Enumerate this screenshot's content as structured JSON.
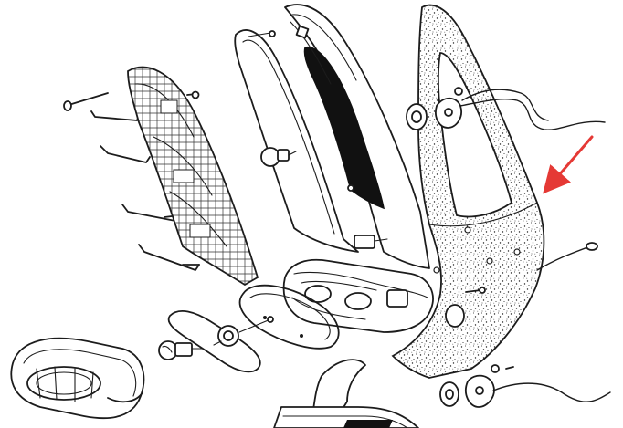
{
  "diagram": {
    "type": "exploded-view-line-drawing",
    "style": "black ink on white",
    "accent_color": "#e53935",
    "ink_color": "#1c1c1c",
    "parts": [
      "lens-cover-left-bottom",
      "bulb-holder",
      "bulb",
      "small-bulb",
      "lens-gasket",
      "lamp-housing",
      "lens-cover-vertical",
      "frame-gasket",
      "reflector-frame",
      "speckled-panel",
      "grommet-upper",
      "grommet-lower",
      "wire-harness",
      "mounting-screw",
      "clip-brackets",
      "bottom-trim"
    ],
    "annotation": {
      "kind": "arrow",
      "color": "#e53935",
      "points_to": "speckled-panel"
    }
  }
}
